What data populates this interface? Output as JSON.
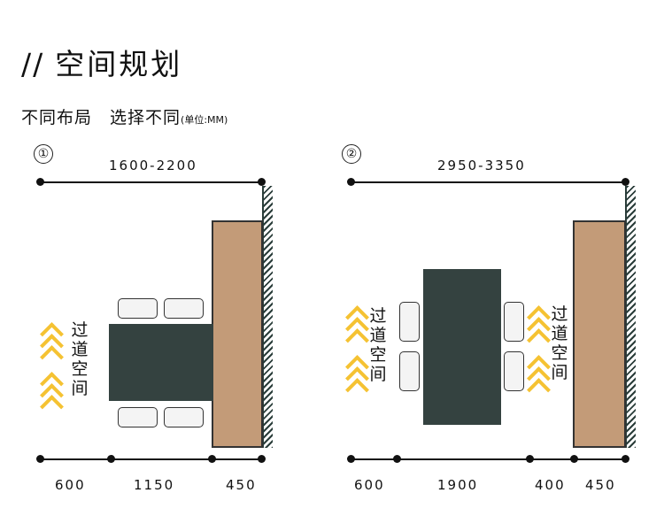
{
  "title": {
    "slashes": "//",
    "text": "空间规划"
  },
  "subtitle": {
    "part1": "不同布局",
    "part2": "选择不同",
    "unit": "(单位:MM)"
  },
  "layouts": [
    {
      "number": "①",
      "total_width": "1600-2200",
      "segments": [
        "600",
        "1150",
        "450"
      ],
      "aisle_label": "过道空间"
    },
    {
      "number": "②",
      "total_width": "2950-3350",
      "segments": [
        "600",
        "1900",
        "400",
        "450"
      ],
      "aisle_label_left": "过道空间",
      "aisle_label_right": "过道空间"
    }
  ],
  "colors": {
    "table": "#344240",
    "counter": "#c39b78",
    "arrow": "#f5c232",
    "wall": "#2a3d3a"
  }
}
